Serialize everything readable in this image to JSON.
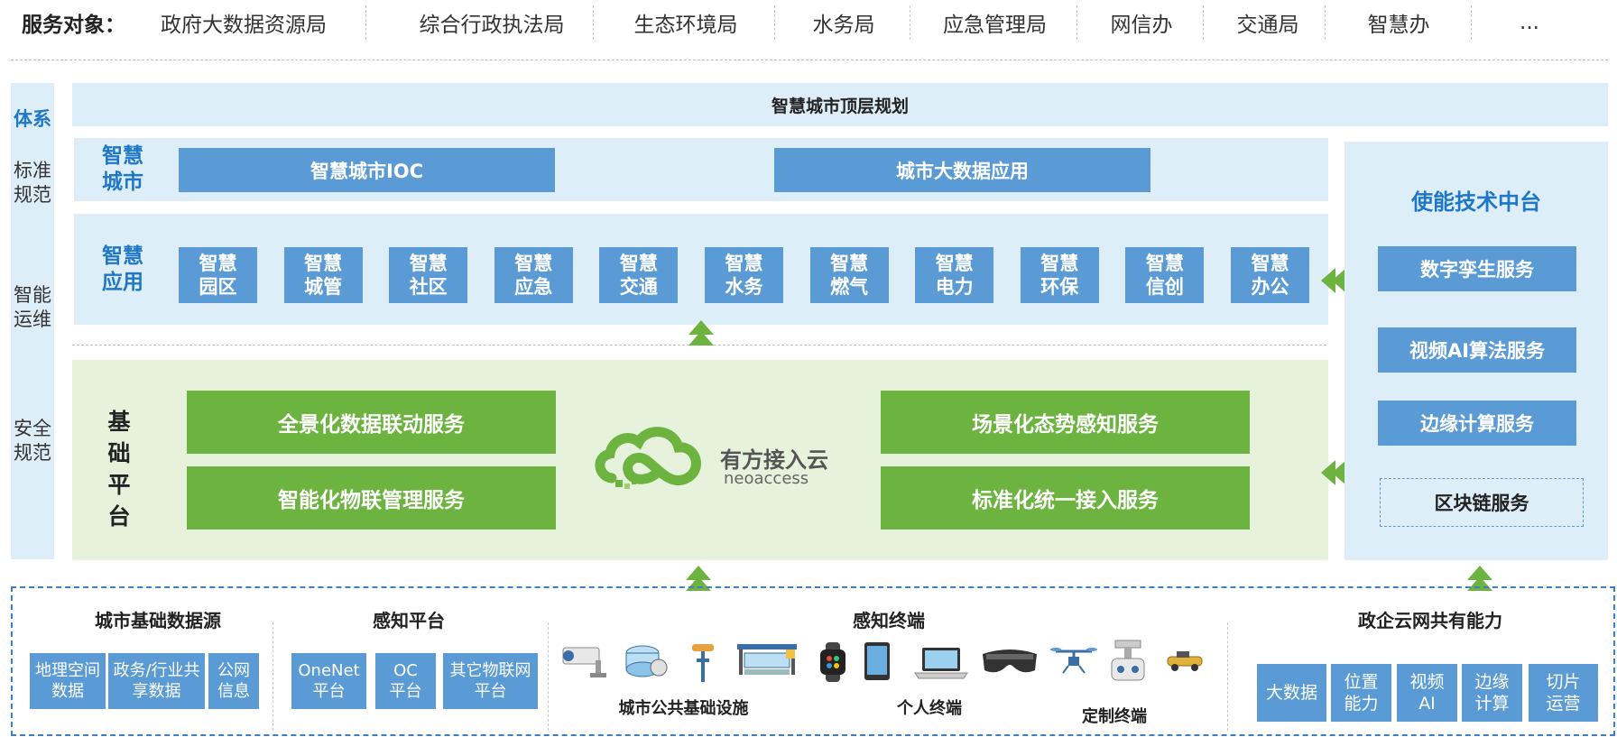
{
  "service_objects": {
    "label": "服务对象：",
    "items": [
      "政府大数据资源局",
      "综合行政执法局",
      "生态环境局",
      "水务局",
      "应急管理局",
      "网信办",
      "交通局",
      "智慧办",
      "..."
    ]
  },
  "standards": {
    "title": "体系",
    "groups": [
      "标准规范",
      "智能运维",
      "安全规范"
    ]
  },
  "top_plan": "智慧城市顶层规划",
  "smart_city": {
    "title_line1": "智慧",
    "title_line2": "城市",
    "items": [
      "智慧城市IOC",
      "城市大数据应用"
    ]
  },
  "smart_apps": {
    "title_line1": "智慧",
    "title_line2": "应用",
    "items": [
      [
        "智慧",
        "园区"
      ],
      [
        "智慧",
        "城管"
      ],
      [
        "智慧",
        "社区"
      ],
      [
        "智慧",
        "应急"
      ],
      [
        "智慧",
        "交通"
      ],
      [
        "智慧",
        "水务"
      ],
      [
        "智慧",
        "燃气"
      ],
      [
        "智慧",
        "电力"
      ],
      [
        "智慧",
        "环保"
      ],
      [
        "智慧",
        "信创"
      ],
      [
        "智慧",
        "办公"
      ]
    ]
  },
  "base_platform": {
    "title_chars": [
      "基",
      "础",
      "平",
      "台"
    ],
    "services": [
      "全景化数据联动服务",
      "智能化物联管理服务",
      "场景化态势感知服务",
      "标准化统一接入服务"
    ],
    "logo": {
      "name": "有方接入云",
      "sub": "neoaccess"
    }
  },
  "enable_platform": {
    "title": "使能技术中台",
    "items": [
      "数字孪生服务",
      "视频AI算法服务",
      "边缘计算服务",
      "区块链服务"
    ]
  },
  "bottom": {
    "data_sources": {
      "title": "城市基础数据源",
      "items": [
        [
          "地理空间",
          "数据"
        ],
        [
          "政务/行业共",
          "享数据"
        ],
        [
          "公网",
          "信息"
        ]
      ]
    },
    "perception_platform": {
      "title": "感知平台",
      "items": [
        [
          "OneNet",
          "平台"
        ],
        [
          "OC",
          "平台"
        ],
        [
          "其它物联网",
          "平台"
        ]
      ]
    },
    "terminals": {
      "title": "感知终端",
      "captions": [
        "城市公共基础设施",
        "个人终端",
        "定制终端"
      ],
      "icons": [
        "camera-icon",
        "water-meter-icon",
        "streetlight-icon",
        "bus-station-icon",
        "smartwatch-icon",
        "tablet-icon",
        "laptop-icon",
        "vr-headset-icon",
        "drone-icon",
        "robot-icon",
        "agv-vehicle-icon"
      ]
    },
    "cloud": {
      "title": "政企云网共有能力",
      "items": [
        [
          "大数据"
        ],
        [
          "位置",
          "能力"
        ],
        [
          "视频",
          "AI"
        ],
        [
          "边缘",
          "计算"
        ],
        [
          "切片",
          "运营"
        ]
      ]
    }
  },
  "colors": {
    "accent_blue": "#1f77c8",
    "box_blue": "#5b9bd5",
    "band_blue": "#deeef8",
    "green": "#6cb33f",
    "green_band": "#e6f2dc"
  }
}
